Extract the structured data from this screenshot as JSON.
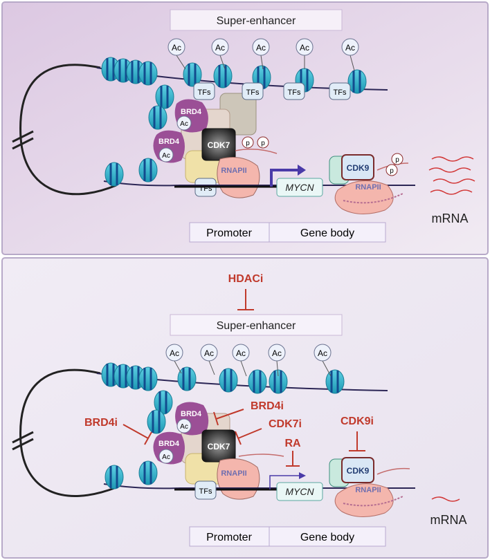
{
  "top": {
    "super_enhancer": "Super-enhancer",
    "ac": "Ac",
    "tfs": "TFs",
    "brd4": "BRD4",
    "cdk7": "CDK7",
    "cdk9": "CDK9",
    "rnapii": "RNAPII",
    "p": "p",
    "mycn": "MYCN",
    "promoter": "Promoter",
    "gene_body": "Gene body",
    "mrna": "mRNA"
  },
  "bottom": {
    "hdaci": "HDACi",
    "super_enhancer": "Super-enhancer",
    "ac": "Ac",
    "tfs": "TFs",
    "brd4": "BRD4",
    "cdk7": "CDK7",
    "cdk9": "CDK9",
    "rnapii": "RNAPII",
    "brd4i_left": "BRD4i",
    "brd4i_right": "BRD4i",
    "cdk7i": "CDK7i",
    "cdk9i": "CDK9i",
    "ra": "RA",
    "mycn": "MYCN",
    "promoter": "Promoter",
    "gene_body": "Gene body",
    "mrna": "mRNA"
  },
  "colors": {
    "top_bg": "#e6d8ea",
    "bottom_bg": "#eee8f3",
    "nucleosome": "#2fb6cf",
    "nucleosome_band": "#124b8e",
    "brd4": "#9b4f96",
    "inhibitor": "#c0392b",
    "arrow": "#4a3aa8",
    "rnapii": "#f4b6ad",
    "cdk9_box": "#d9e7f5"
  }
}
